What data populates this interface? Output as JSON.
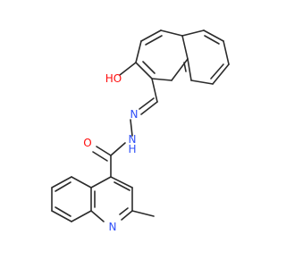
{
  "molecule": {
    "colors": {
      "bond": "#2b2b2b",
      "carbon": "#2b2b2b",
      "oxygen": "#ff0d0d",
      "nitrogen": "#3050f8"
    },
    "atoms": [
      {
        "id": "hydroxyl-label",
        "text": "HO",
        "element": "oxygen"
      },
      {
        "id": "imine-n-label",
        "text": "N",
        "element": "nitrogen"
      },
      {
        "id": "amide-n-label",
        "text": "N",
        "element": "nitrogen"
      },
      {
        "id": "amide-h-label",
        "text": "H",
        "element": "nitrogen"
      },
      {
        "id": "carbonyl-o-label",
        "text": "O",
        "element": "oxygen"
      },
      {
        "id": "ring-n-label",
        "text": "N",
        "element": "nitrogen"
      }
    ]
  }
}
